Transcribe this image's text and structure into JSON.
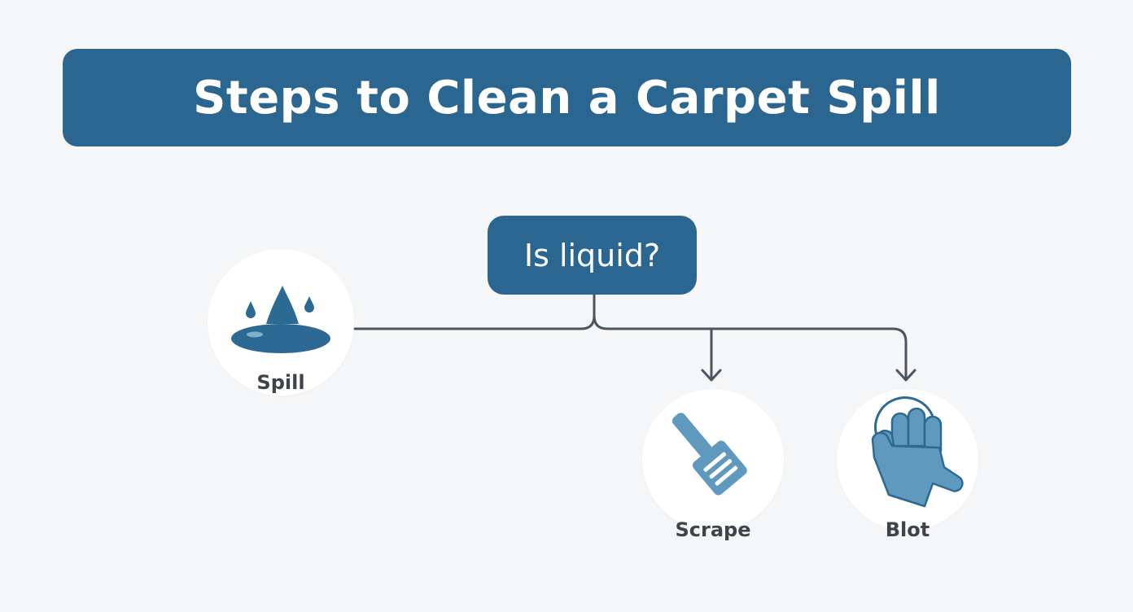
{
  "title": "Steps to Clean a Carpet Spill",
  "decision": {
    "label": "Is liquid?"
  },
  "nodes": {
    "spill": {
      "label": "Spill",
      "icon": "spill-drops-icon"
    },
    "scrape": {
      "label": "Scrape",
      "icon": "spatula-icon"
    },
    "blot": {
      "label": "Blot",
      "icon": "hand-cloth-icon"
    }
  },
  "colors": {
    "primary": "#2b6690",
    "icon_dark": "#2d6a93",
    "icon_light": "#5f9abe",
    "connector": "#4a5560",
    "background": "#f5f6f7",
    "label_text": "#3f444a"
  }
}
